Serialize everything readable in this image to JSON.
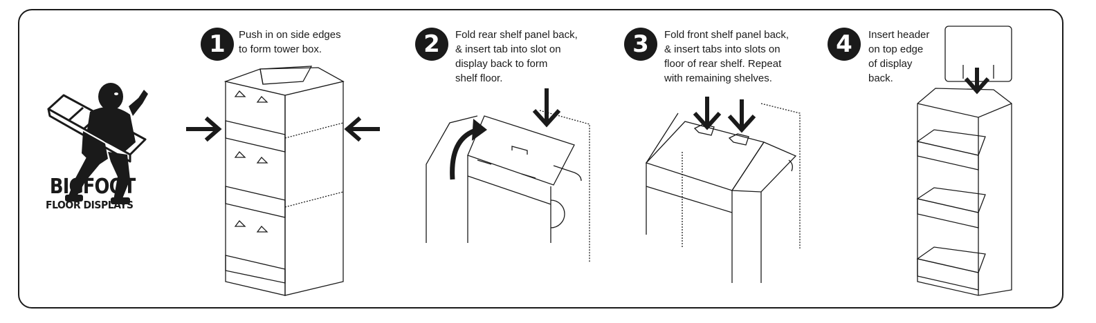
{
  "brand": {
    "name": "BIGFOOT",
    "subtitle": "FLOOR DISPLAYS"
  },
  "steps": [
    {
      "number": "1",
      "text": "Push in on side edges\nto form tower box."
    },
    {
      "number": "2",
      "text": "Fold rear shelf panel back,\n& insert tab into slot on\ndisplay back to form\nshelf floor."
    },
    {
      "number": "3",
      "text": "Fold front shelf panel back,\n& insert tabs into slots on\nfloor of rear shelf. Repeat\nwith remaining shelves."
    },
    {
      "number": "4",
      "text": "Insert header\non top edge\nof display\nback."
    }
  ],
  "colors": {
    "ink": "#1a1a1a",
    "background": "#ffffff"
  }
}
